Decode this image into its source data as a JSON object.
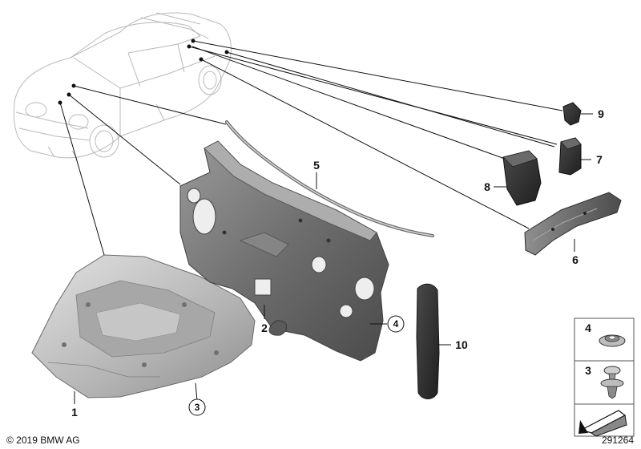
{
  "callouts": {
    "c1": "1",
    "c2": "2",
    "c3": "3",
    "c4": "4",
    "c5": "5",
    "c6": "6",
    "c7": "7",
    "c8": "8",
    "c9": "9",
    "c10": "10"
  },
  "legend": {
    "item4": "4",
    "item3": "3"
  },
  "footer": {
    "copyright": "© 2019 BMW AG",
    "diagram_number": "291264"
  },
  "colors": {
    "part_dark": "#3a3a3a",
    "part_mid": "#8a8a8a",
    "part_light": "#c8c8c8",
    "car_outline": "#b9b9b9",
    "leader": "#111111"
  }
}
